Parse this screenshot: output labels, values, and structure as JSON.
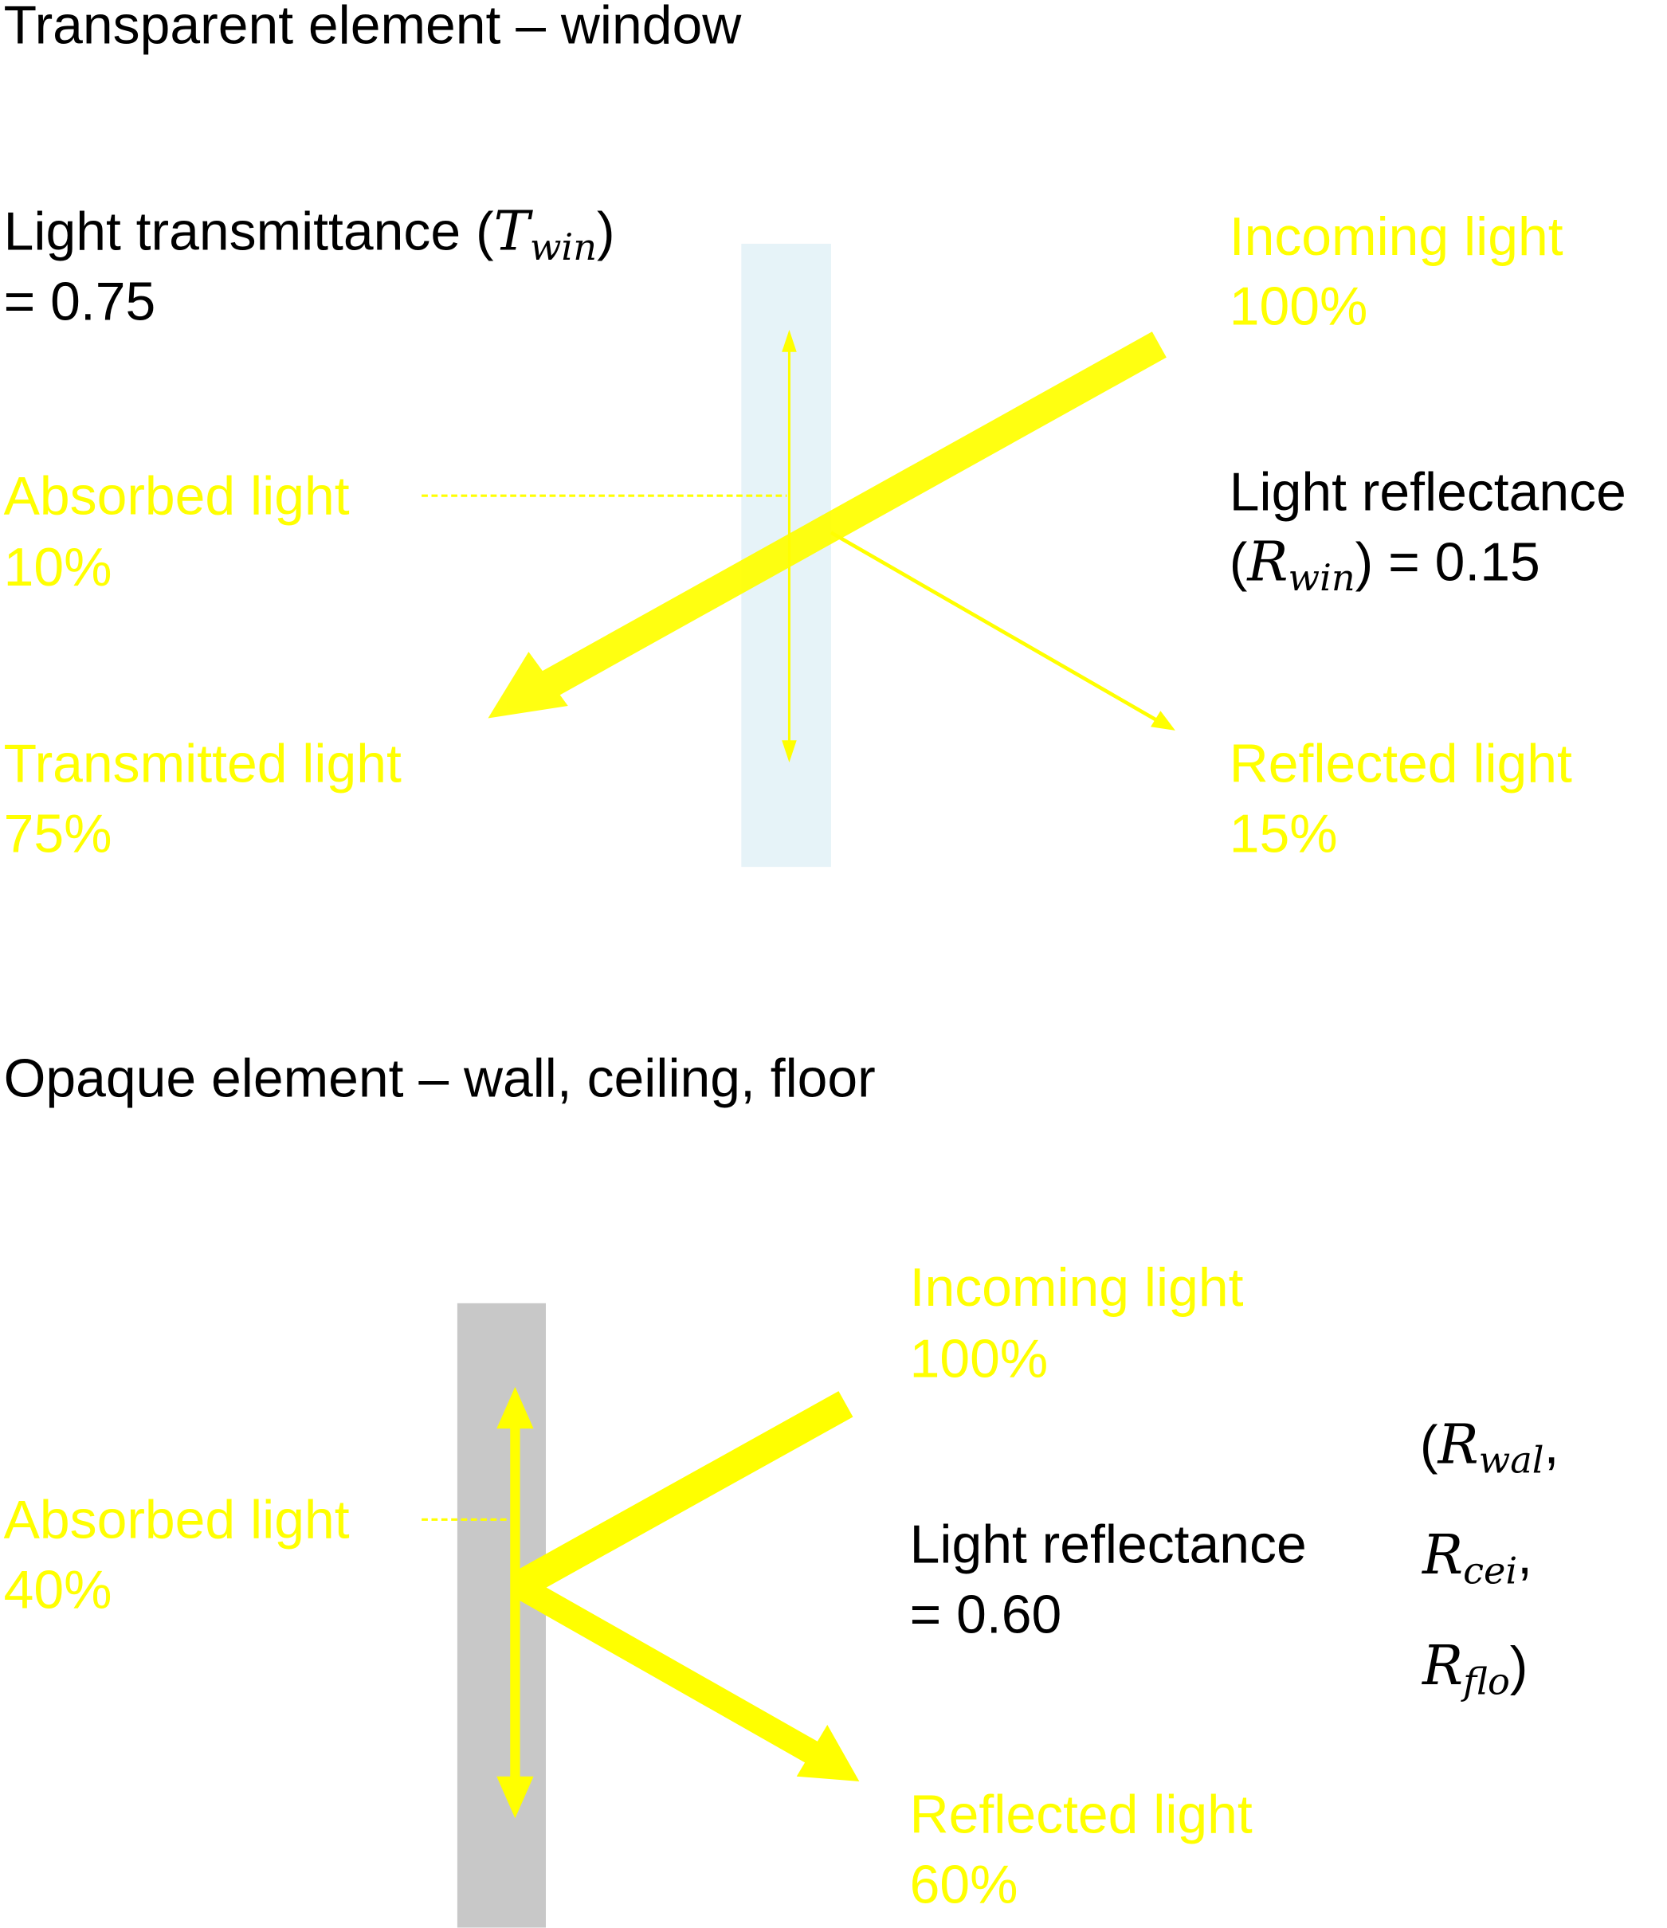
{
  "colors": {
    "light": "#ffff00",
    "window": "#e6f3f8",
    "wall": "#c8c8c8",
    "text": "#000000"
  },
  "window_section": {
    "title": "Transparent element – window",
    "transmittance_label": "Light transmittance (",
    "transmittance_symbol": "T",
    "transmittance_sub": "win",
    "transmittance_close": ")",
    "transmittance_value": "= 0.75",
    "incoming_label": "Incoming light",
    "incoming_value": "100%",
    "absorbed_label": "Absorbed light",
    "absorbed_value": "10%",
    "reflectance_label": "Light reflectance",
    "reflectance_open": "(",
    "reflectance_symbol": "R",
    "reflectance_sub": "win",
    "reflectance_value": ") = 0.15",
    "transmitted_label": "Transmitted light",
    "transmitted_value": "75%",
    "reflected_label": "Reflected light",
    "reflected_value": "15%"
  },
  "opaque_section": {
    "title": "Opaque element – wall, ceiling, floor",
    "incoming_label": "Incoming light",
    "incoming_value": "100%",
    "absorbed_label": "Absorbed light",
    "absorbed_value": "40%",
    "reflectance_label": "Light reflectance",
    "reflectance_value": "= 0.60",
    "symbols": [
      {
        "pre": "(",
        "sym": "R",
        "sub": "wal",
        "post": ","
      },
      {
        "pre": "",
        "sym": "R",
        "sub": "cei",
        "post": ","
      },
      {
        "pre": "",
        "sym": "R",
        "sub": "flo",
        "post": ")"
      }
    ],
    "reflected_label": "Reflected light",
    "reflected_value": "60%"
  }
}
